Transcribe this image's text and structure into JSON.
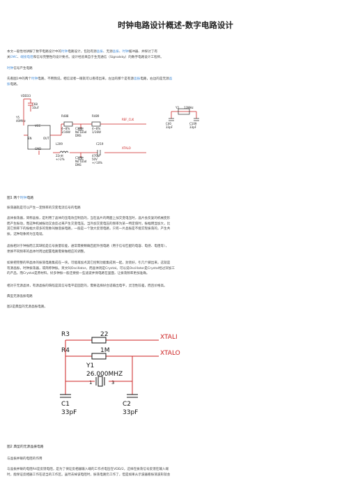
{
  "title": "时钟电路设计概述-数字电路设计",
  "intro": {
    "l1_a": "本文一般性地讲解了数字电路设计中的",
    "l1_b": "时钟",
    "l1_c": "电路设计，包括有源",
    "l1_d": "晶振",
    "l1_e": "、无源",
    "l1_f": "晶振",
    "l1_g": "、",
    "l1_h": "时钟",
    "l1_i": "缓冲器、并探讨了有",
    "l2_a": "关",
    "l2_b": "EMC",
    "l2_c": "、",
    "l2_d": "端接电阻",
    "l2_e": "和信号完整性的设计要点。设计经验来自于生克通信（Signalsky）的数字电路设计工程师。"
  },
  "section1_heading": {
    "a": "时钟",
    "b": "信号产生电路"
  },
  "sec1_p": {
    "l1_a": "先看图1中的两个",
    "l1_b": "时钟",
    "l1_c": "电路，不用我说，相信读者一眼就可以看得出来，左边的那个是有源",
    "l1_d": "晶振",
    "l1_e": "电路，右边的是无源",
    "l1_f": "晶",
    "l2_a": "振",
    "l2_b": "电路。"
  },
  "fig1": {
    "vdd": "VDD33",
    "c68": "C68",
    "c68v": "10uF",
    "y5": "Y5",
    "y5v": "40MHz",
    "en": "EN",
    "out": "OUT",
    "gnd": "GND",
    "vcc": "VCC",
    "r488": "R488",
    "r488v": "4~8%",
    "r488w": "1/16W",
    "c366": "C366",
    "c366v": "No Load",
    "c366d": "DNS",
    "r489": "R489",
    "r489v": "4~8%",
    "r489w": "1/16W",
    "ref_clk": "REF_CLK",
    "l209": "L209",
    "l209v": "22nH",
    "l209t": "+/-2%",
    "c170": "C170",
    "c170v": "No Load",
    "c170d": "DNS",
    "c219": "C219",
    "c219v": "470pF",
    "c219w": "50V",
    "c219t": "+/-10%",
    "xtalo": "XTALO",
    "y2": "Y2",
    "y2v": "12MHz",
    "c40": "C40",
    "c40v": "33pF",
    "c109": "C109",
    "c109v": "33pF"
  },
  "fig1_caption": {
    "a": "图1 两个",
    "b": "时钟",
    "c": "电路"
  },
  "p_osc": "振荡器就是可以产生一定频率的交变电流信号的电路",
  "p_crystal": {
    "l1": "晶体振荡器，简称晶振，是利用了晶体的压电效应制造的，当在晶片的两面上加交变电压时，晶片会反复的机械变形",
    "l2": "而产生振动，而这种机械振动又会反过来产生交变电压。当外加交变电压的频率为某一特定值时，振幅明显加大，比",
    "l3": "其它频率下的振幅大得多的现象叫做谐振电路，一般是一个放大反馈电路，只有一片晶振是不能实现振荡的，产生共",
    "l4": "振，这种现象称为压电谐。"
  },
  "p_select": {
    "l1": "晶振相对于钟振而言其缺陷是信号质量较差，通常需要精确匹配外围电路（用于信号匹配的电容、电感、电阻等），",
    "l2": "更换不同频率的晶体时周边配置电路需要做相应的调整。"
  },
  "p_active": {
    "l1": "如果把完整的带晶体的振荡电路集成在一块，可能再加点其它控制功能集成到一起，封装好，引几个脚出来，这就是",
    "l2": "有源晶振，时钟振荡器，或简称钟振。英文叫Oscillator，而晶体则是Crystal。可以说Oscillator是Crystal经过深加工",
    "l3": "的产品，而Crystal是原材料。好多钟振一般还要接一些滤波并保电路在里面，让振荡频率更加准确。"
  },
  "p_passive": "相对于无源晶体，有源晶振的缺陷是其信号电平是固定的，需要选择好合适输出电平，灵活性较差，而且价格高。",
  "h_typical": "典型无源晶振电路",
  "p_fig2_intro": "图2是典型的无源晶振电路。",
  "fig2": {
    "r3": "R3",
    "r3v": "22",
    "xtali": "XTALI",
    "r4": "R4",
    "r4v": "1M",
    "xtalo": "XTALO",
    "y1": "Y1",
    "y1v": "26.000MHZ",
    "p1": "1",
    "p3": "3",
    "c1": "C1",
    "c1v": "33pF",
    "c2": "C2",
    "c2v": "33pF"
  },
  "fig2_caption": "图2 典型的无源晶振电路",
  "h_feedback": "与晶振并联的电阻的作用",
  "p_feedback": {
    "l1": "与晶振并联的电阻R4是反馈电阻，是为了保证反相器输入端的工作点电压在VDD/2，这样在振荡信号反馈在输入端",
    "l2": "时，能保证反相器工作在适当的工作区。虽然去掉该电阻时，振荡电路仍工作了，但是如果从示波器看振荡波形就会"
  },
  "colors": {
    "link": "#4a90d9",
    "wire": "#cc2222",
    "text": "#333333"
  }
}
